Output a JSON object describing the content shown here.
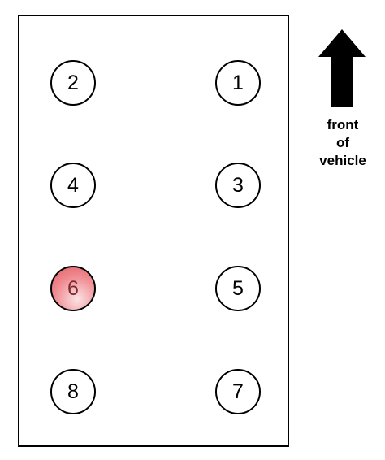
{
  "cylinders": [
    {
      "number": "2",
      "state": "normal"
    },
    {
      "number": "1",
      "state": "normal"
    },
    {
      "number": "4",
      "state": "normal"
    },
    {
      "number": "3",
      "state": "normal"
    },
    {
      "number": "6",
      "state": "highlighted"
    },
    {
      "number": "5",
      "state": "normal"
    },
    {
      "number": "8",
      "state": "normal"
    },
    {
      "number": "7",
      "state": "normal"
    }
  ],
  "direction": {
    "icon": "up-arrow-icon",
    "label_lines": [
      "front",
      "of",
      "vehicle"
    ]
  },
  "colors": {
    "highlight": "#e25d66",
    "outline": "#000000"
  }
}
